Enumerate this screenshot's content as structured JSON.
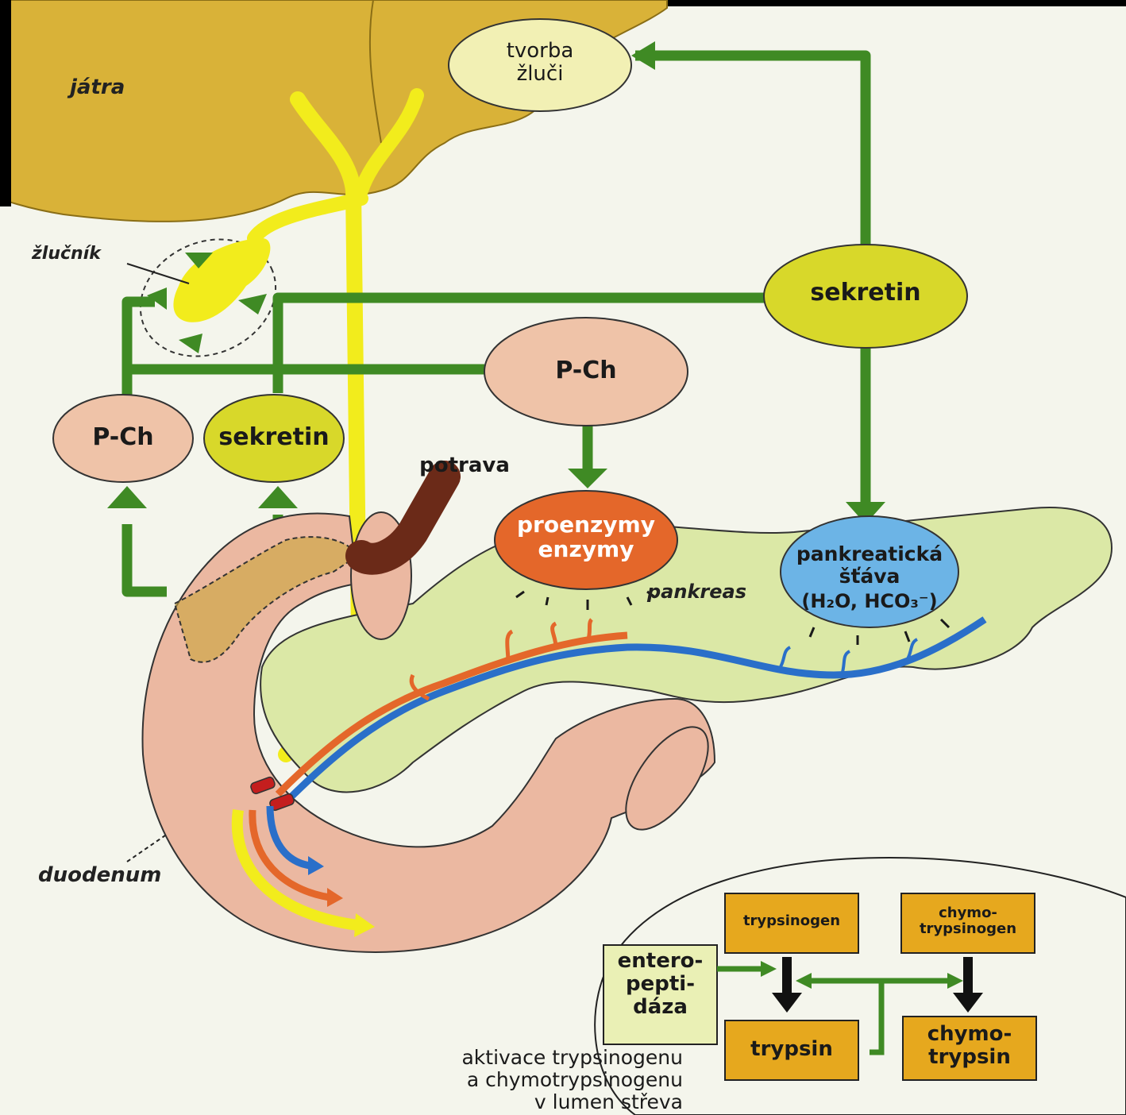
{
  "labels": {
    "liver": "játra",
    "bile_formation": "tvorba\nžluči",
    "gallbladder": "žlučník",
    "secretin_right": "sekretin",
    "pch_middle": "P-Ch",
    "pch_left": "P-Ch",
    "secretin_left": "sekretin",
    "food": "potrava",
    "proenzymes": "proenzymy\nenzymy",
    "pancreas": "pankreas",
    "pancreatic_juice": "pankreatická\nšťáva",
    "pancreatic_juice_formula": "(H₂O, HCO₃⁻)",
    "duodenum": "duodenum",
    "trypsinogen": "trypsinogen",
    "chymotrypsinogen": "chymo-\ntrypsinogen",
    "enteropeptidase": "entero-\npepti-\ndáza",
    "trypsin": "trypsin",
    "chymotrypsin": "chymo-\ntrypsin",
    "activation_caption": "aktivace trypsinogenu\na chymotrypsinogenu\nv lumen střeva"
  },
  "colors": {
    "background": "#f4f5ec",
    "liver": "#d9b238",
    "bile": "#f2ec1c",
    "pathway_green": "#3f8a24",
    "secretin_fill": "#d8d82a",
    "pch_fill": "#efc3a8",
    "bile_formation_fill": "#f2f0b4",
    "proenzyme_fill": "#e4672a",
    "juice_fill": "#6cb4e6",
    "pancreas_fill": "#dbe8a6",
    "duodenum_fill": "#ebb8a1",
    "enzyme_box_fill": "#e6a81e",
    "enteropeptidase_fill": "#eaf0b5",
    "duct_blue": "#2a6fc9",
    "duct_orange": "#e4672a",
    "black_arrow": "#111111"
  }
}
